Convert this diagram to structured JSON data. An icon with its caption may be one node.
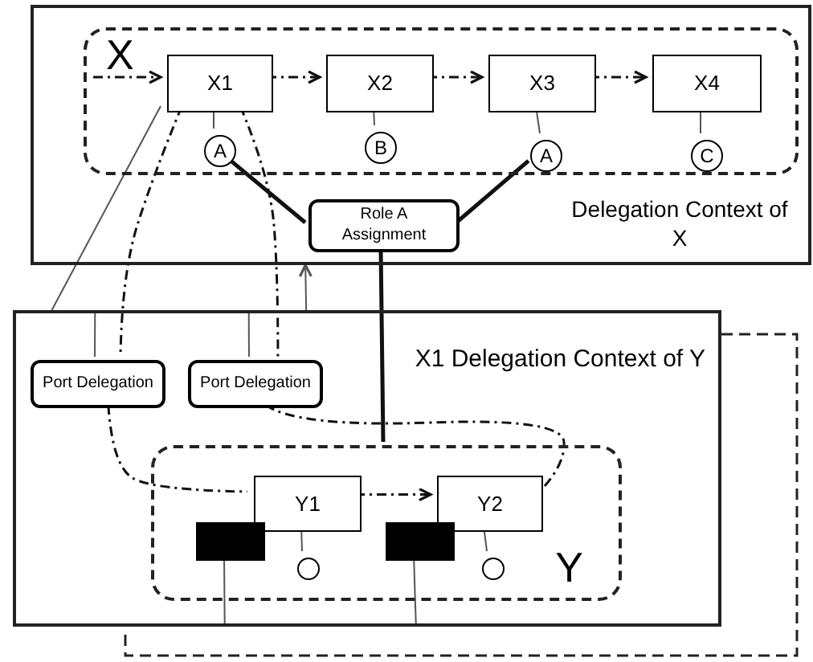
{
  "diagram": {
    "nodes": [
      {
        "text": [
          "Delegation Context of X"
        ]
      },
      {
        "text": [
          "X"
        ],
        "in": 0
      },
      {
        "text": [
          "X1"
        ],
        "in": 1
      },
      {
        "text": [
          "X2"
        ],
        "in": 1
      },
      {
        "text": [
          "X3"
        ],
        "in": 1
      },
      {
        "text": [
          "X4"
        ],
        "in": 1
      },
      {
        "text": [
          "A"
        ],
        "in": 1
      },
      {
        "text": [
          "B"
        ],
        "in": 1
      },
      {
        "text": [
          "A"
        ],
        "in": 1
      },
      {
        "text": [
          "C"
        ],
        "in": 1
      },
      {
        "text": [
          "Role A Assignment"
        ],
        "in": 0
      },
      {
        "text": [
          "X1 Delegation Context of Y"
        ]
      },
      {
        "text": [
          "Port Delegation"
        ],
        "in": 11
      },
      {
        "text": [
          "Port Delegation"
        ],
        "in": 11
      },
      {
        "text": [
          "Y"
        ],
        "in": 11
      },
      {
        "text": [
          "Y1"
        ],
        "in": 14
      },
      {
        "text": [
          "Y2"
        ],
        "in": 14
      },
      {
        "text": [],
        "shape": "box",
        "in": 14
      },
      {
        "text": [],
        "shape": "box",
        "in": 14
      },
      {
        "text": [],
        "shape": "circle",
        "in": 14
      },
      {
        "text": [],
        "shape": "circle",
        "in": 14
      }
    ],
    "edges": [
      {
        "from": null,
        "to": 2,
        "arrow": "to",
        "style": "dashed"
      },
      {
        "from": 2,
        "to": 3,
        "arrow": "to",
        "style": "dashed"
      },
      {
        "from": 3,
        "to": 4,
        "arrow": "to",
        "style": "dashed"
      },
      {
        "from": 4,
        "to": 5,
        "arrow": "to",
        "style": "dashed"
      },
      {
        "from": 2,
        "to": 6,
        "arrow": "none"
      },
      {
        "from": 3,
        "to": 7,
        "arrow": "none"
      },
      {
        "from": 4,
        "to": 8,
        "arrow": "none"
      },
      {
        "from": 5,
        "to": 9,
        "arrow": "none"
      },
      {
        "from": 6,
        "to": 10,
        "arrow": "none",
        "style": "thick"
      },
      {
        "from": 8,
        "to": 10,
        "arrow": "none",
        "style": "thick"
      },
      {
        "from": 10,
        "to": 14,
        "arrow": "none",
        "style": "thick"
      },
      {
        "from": 2,
        "to": 11,
        "arrow": "none"
      },
      {
        "from": 11,
        "to": 12,
        "arrow": "none"
      },
      {
        "from": 11,
        "to": 13,
        "arrow": "none"
      },
      {
        "from": 11,
        "to": 0,
        "arrow": "to"
      },
      {
        "from": 2,
        "to": 12,
        "arrow": "none",
        "style": "dashed"
      },
      {
        "from": 12,
        "to": 15,
        "arrow": "none",
        "style": "dashed"
      },
      {
        "from": 2,
        "to": 13,
        "arrow": "none",
        "style": "dashed"
      },
      {
        "from": 13,
        "to": 16,
        "arrow": "none",
        "style": "dashed"
      },
      {
        "from": 15,
        "to": 16,
        "arrow": "to",
        "style": "dashed"
      },
      {
        "from": 15,
        "to": 19,
        "arrow": "none"
      },
      {
        "from": 16,
        "to": 20,
        "arrow": "none"
      },
      {
        "from": 17,
        "to": 11,
        "arrow": "none"
      },
      {
        "from": 18,
        "to": 11,
        "arrow": "none"
      }
    ]
  }
}
